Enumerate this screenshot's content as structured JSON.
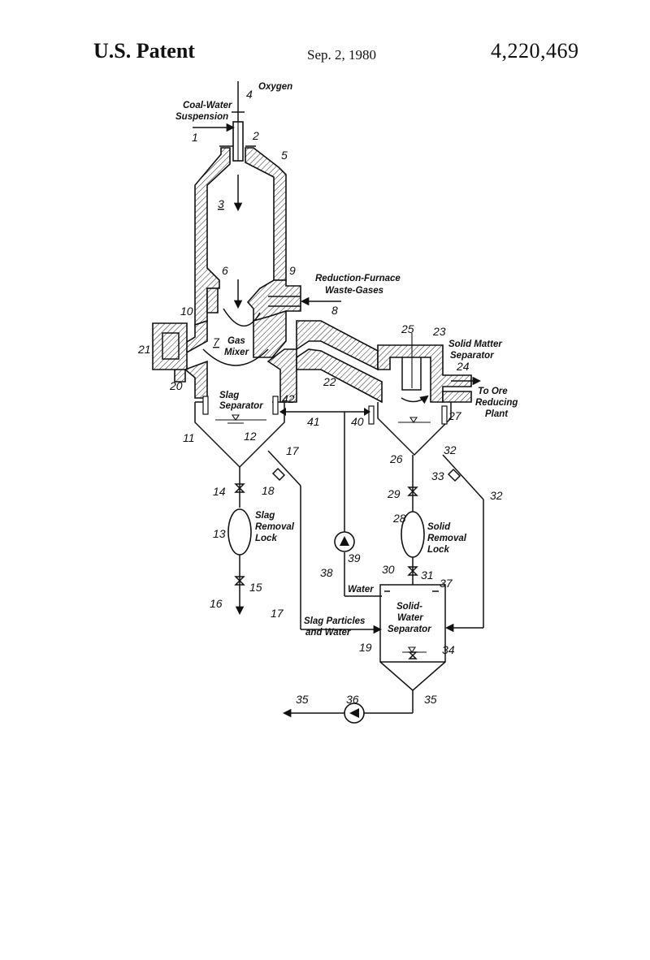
{
  "header": {
    "left": "U.S. Patent",
    "date": "Sep. 2, 1980",
    "patent_number": "4,220,469"
  },
  "labels": {
    "oxygen": "Oxygen",
    "coal_water_1": "Coal-Water",
    "coal_water_2": "Suspension",
    "reduction_1": "Reduction-Furnace",
    "reduction_2": "Waste-Gases",
    "gas_mixer_1": "Gas",
    "gas_mixer_2": "Mixer",
    "solid_matter_1": "Solid Matter",
    "solid_matter_2": "Separator",
    "to_ore_1": "To Ore",
    "to_ore_2": "Reducing",
    "to_ore_3": "Plant",
    "slag_sep_1": "Slag",
    "slag_sep_2": "Separator",
    "slag_lock_1": "Slag",
    "slag_lock_2": "Removal",
    "slag_lock_3": "Lock",
    "solid_lock_1": "Solid",
    "solid_lock_2": "Removal",
    "solid_lock_3": "Lock",
    "water": "Water",
    "sw_sep_1": "Solid-",
    "sw_sep_2": "Water",
    "sw_sep_3": "Separator",
    "slag_particles_1": "Slag Particles",
    "slag_particles_2": "and Water"
  },
  "refs": {
    "r1": "1",
    "r2": "2",
    "r3": "3",
    "r4": "4",
    "r5": "5",
    "r6": "6",
    "r7": "7",
    "r8": "8",
    "r9": "9",
    "r10": "10",
    "r11": "11",
    "r12": "12",
    "r13": "13",
    "r14": "14",
    "r15": "15",
    "r16": "16",
    "r17a": "17",
    "r17b": "17",
    "r18": "18",
    "r19": "19",
    "r20": "20",
    "r21": "21",
    "r22": "22",
    "r23": "23",
    "r24": "24",
    "r25": "25",
    "r26": "26",
    "r27": "27",
    "r28": "28",
    "r29": "29",
    "r30": "30",
    "r31": "31",
    "r32a": "32",
    "r32b": "32",
    "r33": "33",
    "r34": "34",
    "r35a": "35",
    "r35b": "35",
    "r36": "36",
    "r37": "37",
    "r38": "38",
    "r39": "39",
    "r40": "40",
    "r41": "41",
    "r42": "42"
  }
}
